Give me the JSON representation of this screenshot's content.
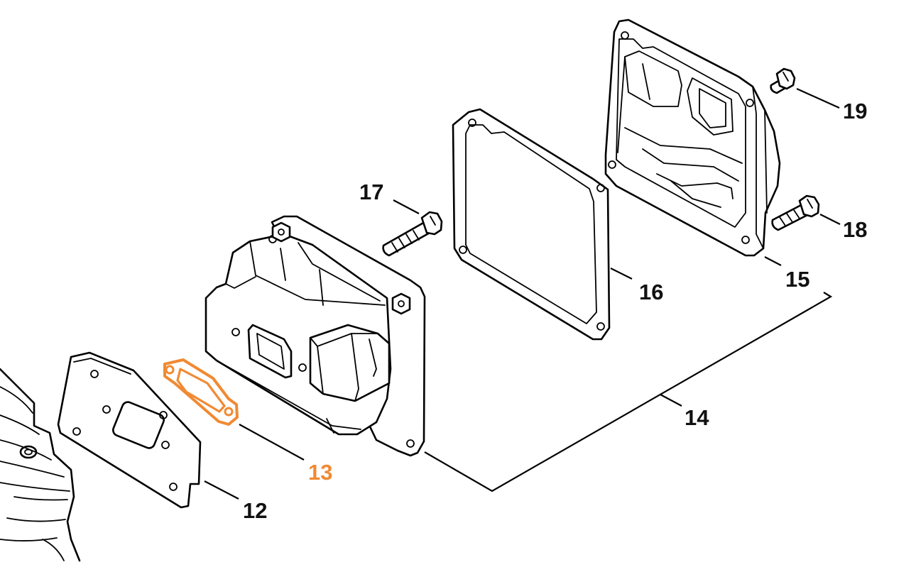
{
  "diagram": {
    "highlight_color": "#f08a33",
    "line_color": "#000000",
    "callouts": [
      {
        "id": "12",
        "label": "12",
        "highlighted": false
      },
      {
        "id": "13",
        "label": "13",
        "highlighted": true
      },
      {
        "id": "14",
        "label": "14",
        "highlighted": false
      },
      {
        "id": "15",
        "label": "15",
        "highlighted": false
      },
      {
        "id": "16",
        "label": "16",
        "highlighted": false
      },
      {
        "id": "17",
        "label": "17",
        "highlighted": false
      },
      {
        "id": "18",
        "label": "18",
        "highlighted": false
      },
      {
        "id": "19",
        "label": "19",
        "highlighted": false
      }
    ]
  }
}
